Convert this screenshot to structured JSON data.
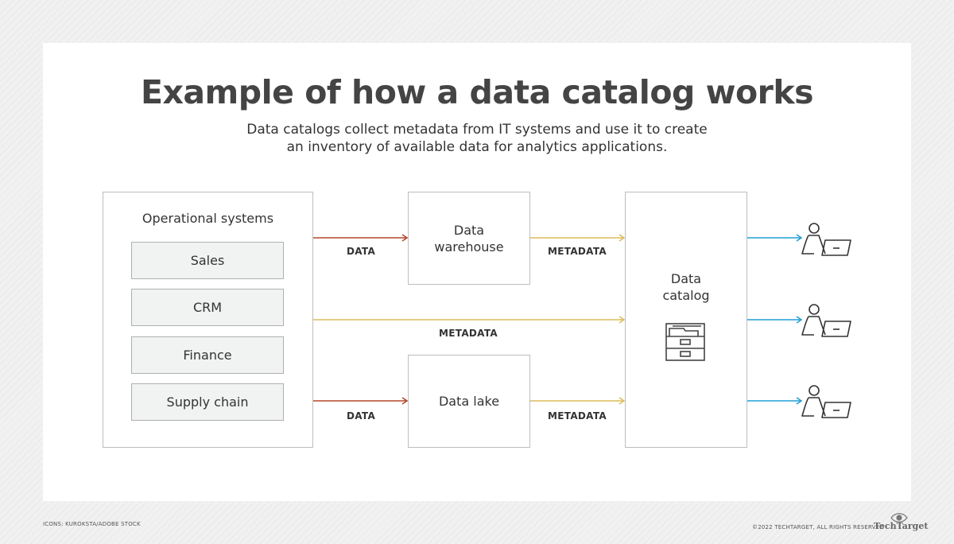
{
  "title": "Example of how a data catalog works",
  "subtitle": {
    "line1": "Data catalogs collect metadata from IT systems and use it to create",
    "line2": "an inventory of available data for analytics applications."
  },
  "operational_systems": {
    "heading": "Operational systems",
    "items": [
      "Sales",
      "CRM",
      "Finance",
      "Supply chain"
    ]
  },
  "data_warehouse": {
    "line1": "Data",
    "line2": "warehouse"
  },
  "data_lake": {
    "label": "Data lake"
  },
  "data_catalog": {
    "line1": "Data",
    "line2": "catalog",
    "icon": "file-cabinet-icon"
  },
  "flows": {
    "ops_to_warehouse": "DATA",
    "warehouse_to_catalog": "METADATA",
    "ops_to_catalog": "METADATA",
    "ops_to_lake": "DATA",
    "lake_to_catalog": "METADATA"
  },
  "users": {
    "count": 3,
    "icon": "user-laptop-icon"
  },
  "colors": {
    "data_arrow": "#b5472b",
    "metadata_arrow": "#dcbc5a",
    "user_arrow": "#1e9fd6",
    "box_border": "#bdbdbd"
  },
  "footer": {
    "credit": "ICONS: KUROKSTA/ADOBE STOCK",
    "copyright": "©2022 TECHTARGET, ALL RIGHTS RESERVED",
    "brand": "TechTarget"
  }
}
